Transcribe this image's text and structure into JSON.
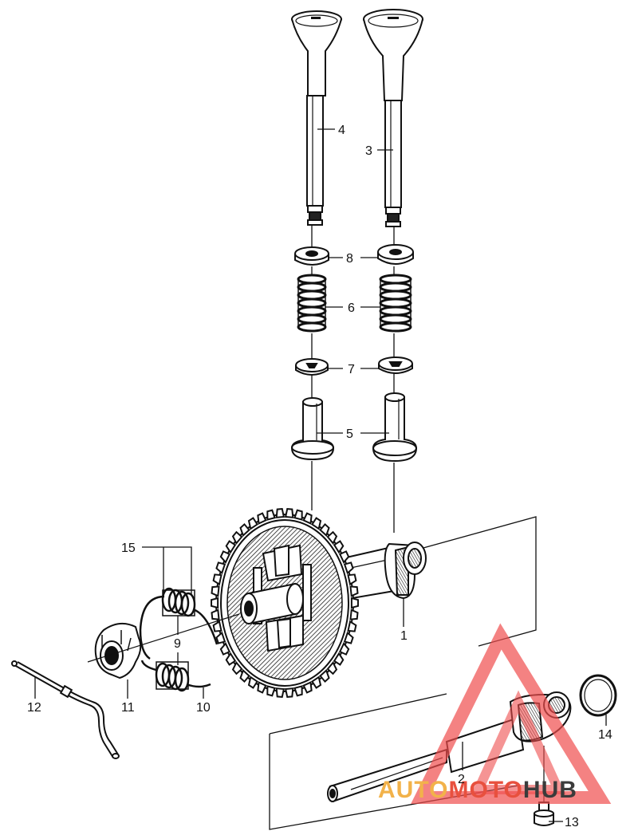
{
  "callouts": {
    "c1": "1",
    "c2": "2",
    "c3": "3",
    "c4": "4",
    "c5": "5",
    "c6": "6",
    "c7": "7",
    "c8": "8",
    "c9": "9",
    "c10": "10",
    "c11": "11",
    "c12": "12",
    "c13": "13",
    "c14": "14",
    "c15": "15"
  },
  "watermark": {
    "part1": "AUTO",
    "part2": "MOTO",
    "part3": "HUB",
    "colors": {
      "auto": "#f2b24a",
      "moto": "#e8503e",
      "hub": "#3b3b3b",
      "triangle": "#ef4d4d"
    }
  }
}
